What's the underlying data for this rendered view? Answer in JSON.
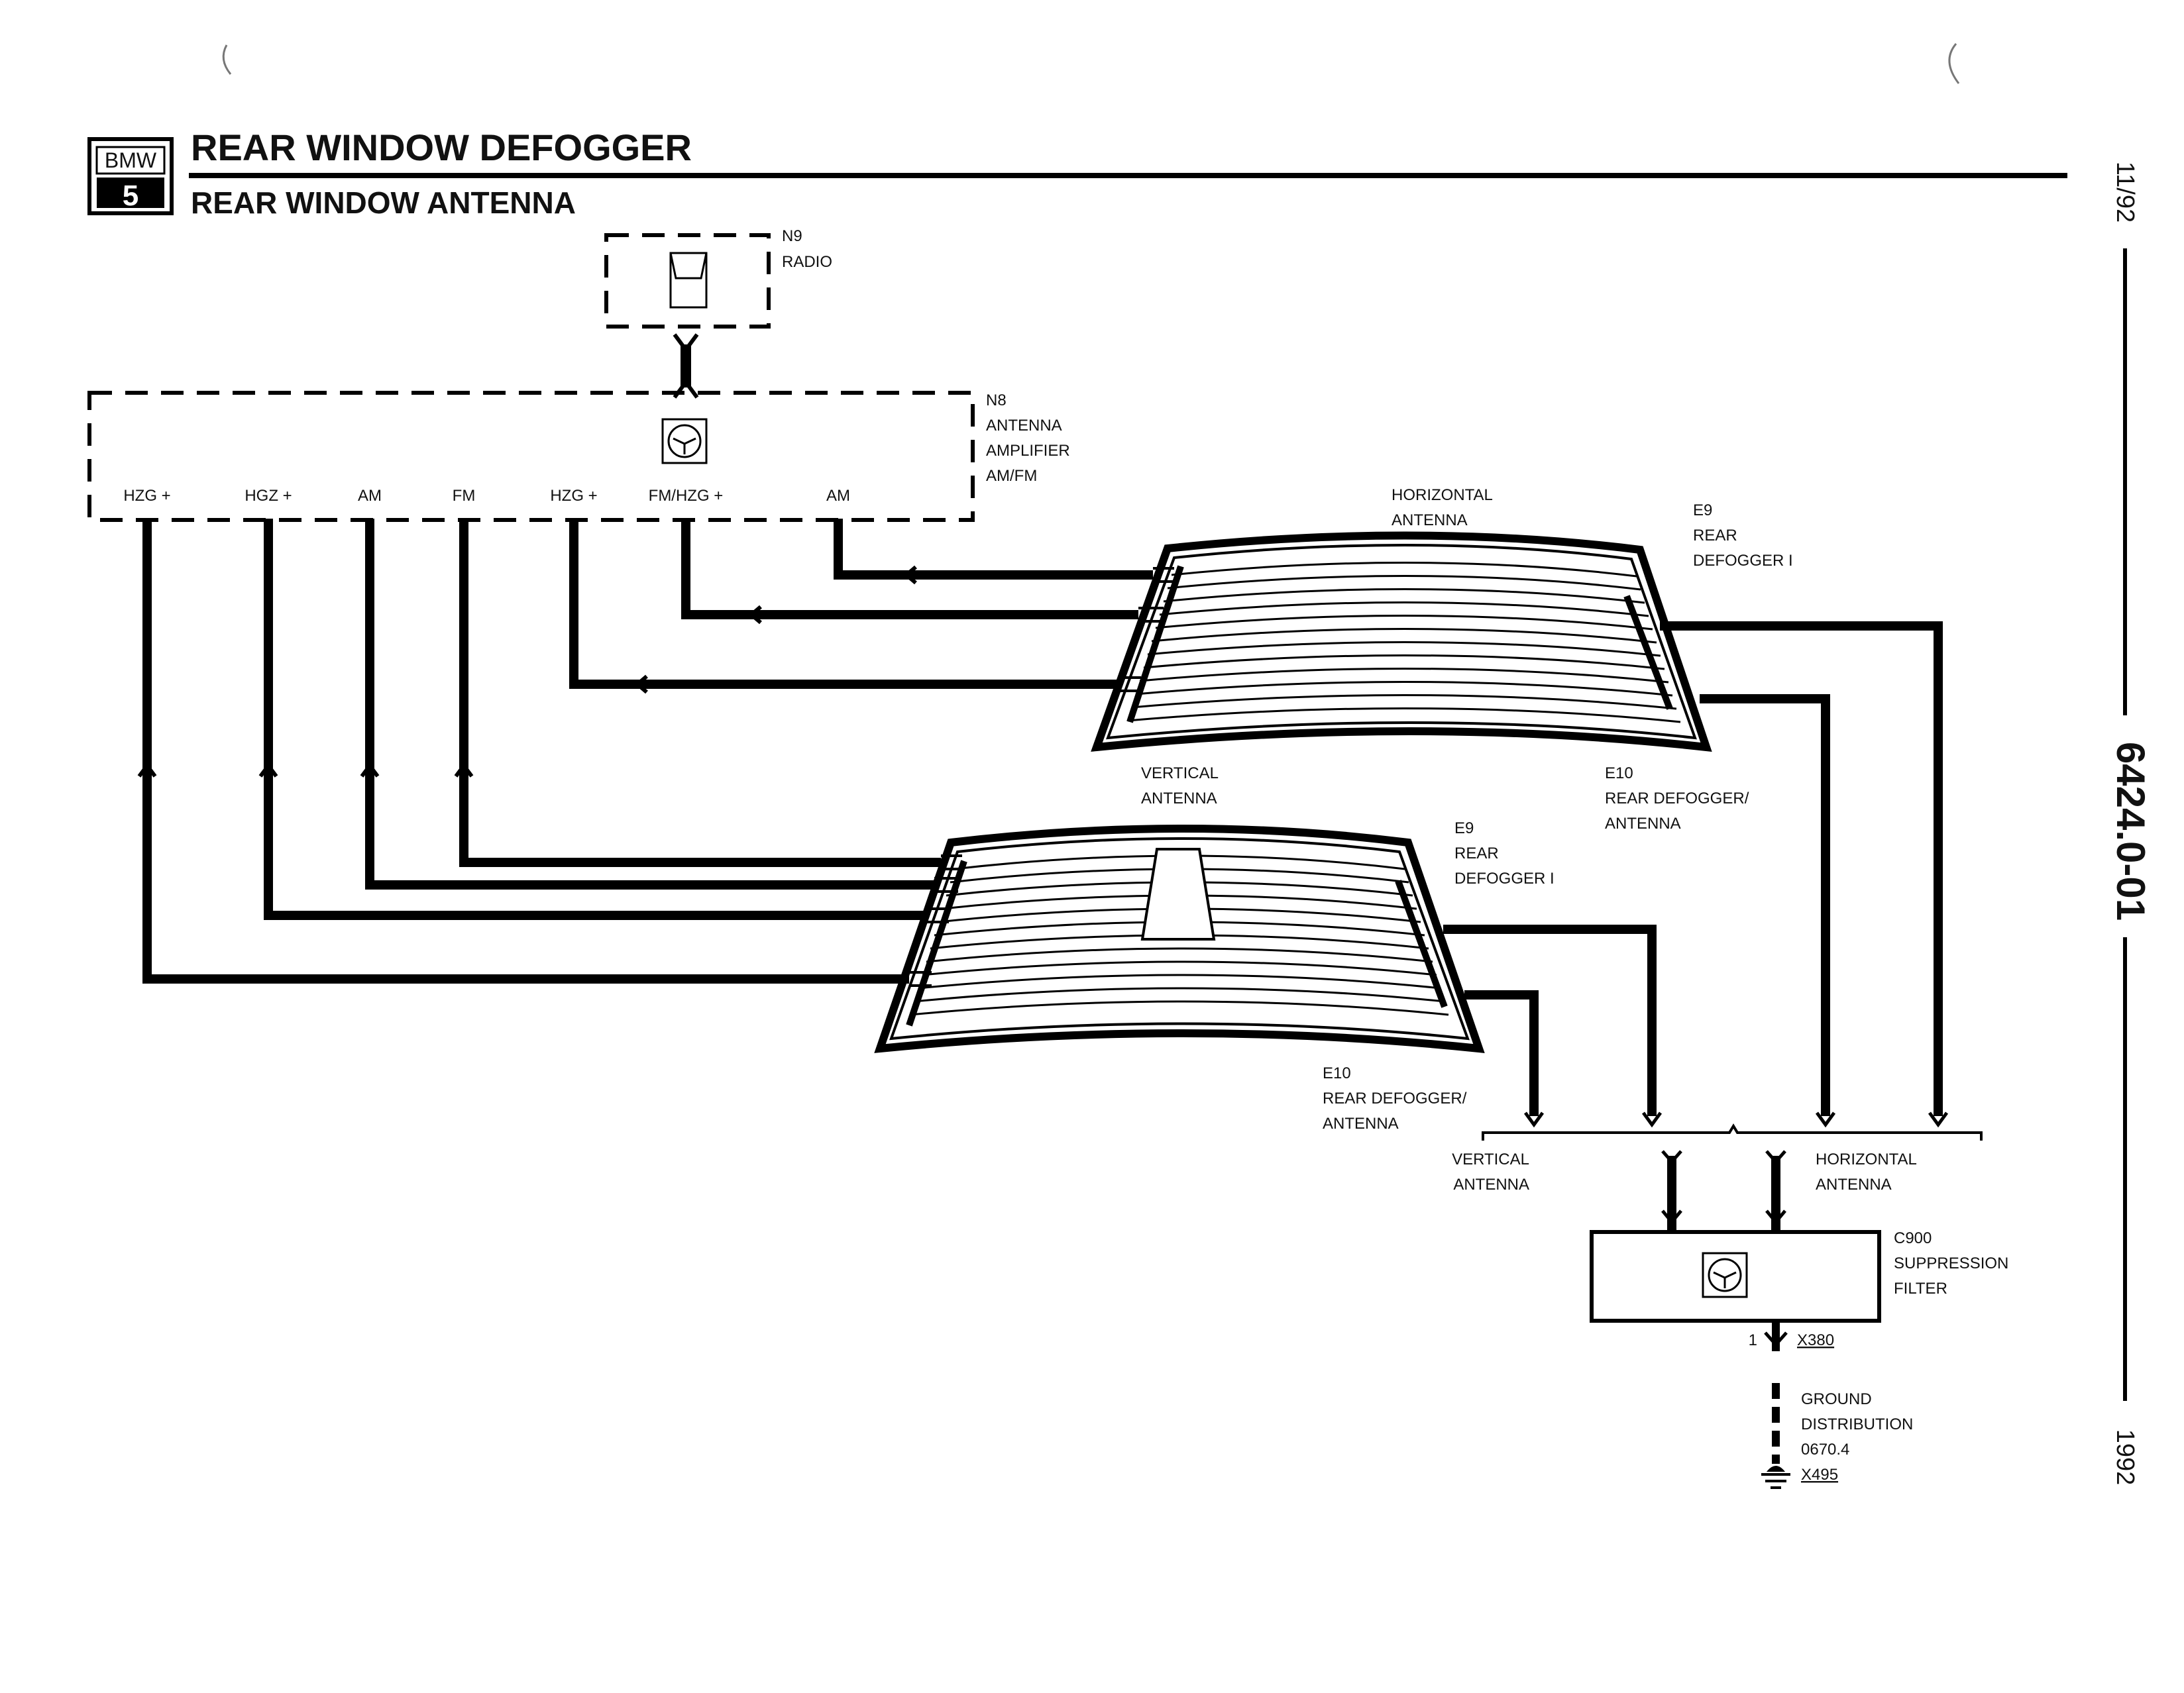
{
  "header": {
    "logo_brand": "BMW",
    "logo_series": "5",
    "title": "REAR WINDOW DEFOGGER",
    "subtitle": "REAR WINDOW ANTENNA"
  },
  "side_margin": {
    "date": "11/92",
    "doc_number": "6424.0-01",
    "year": "1992"
  },
  "components": {
    "radio": {
      "id": "N9",
      "name": "RADIO"
    },
    "amplifier": {
      "id": "N8",
      "name_line1": "ANTENNA",
      "name_line2": "AMPLIFIER",
      "name_line3": "AM/FM",
      "pins": [
        "HZG +",
        "HGZ +",
        "AM",
        "FM",
        "HZG +",
        "FM/HZG +",
        "AM"
      ]
    },
    "horizontal_window": {
      "label_line1": "HORIZONTAL",
      "label_line2": "ANTENNA",
      "e9_id": "E9",
      "e9_line1": "REAR",
      "e9_line2": "DEFOGGER I",
      "e10_id": "E10",
      "e10_line1": "REAR DEFOGGER/",
      "e10_line2": "ANTENNA"
    },
    "vertical_window": {
      "label_line1": "VERTICAL",
      "label_line2": "ANTENNA",
      "e9_id": "E9",
      "e9_line1": "REAR",
      "e9_line2": "DEFOGGER I",
      "e10_id": "E10",
      "e10_line1": "REAR DEFOGGER/",
      "e10_line2": "ANTENNA"
    },
    "filter": {
      "id": "C900",
      "name_line1": "SUPPRESSION",
      "name_line2": "FILTER",
      "input_vertical_line1": "VERTICAL",
      "input_vertical_line2": "ANTENNA",
      "input_horizontal_line1": "HORIZONTAL",
      "input_horizontal_line2": "ANTENNA",
      "pin": "1",
      "connector": "X380"
    },
    "ground": {
      "line1": "GROUND",
      "line2": "DISTRIBUTION",
      "ref": "0670.4",
      "connector": "X495"
    }
  }
}
